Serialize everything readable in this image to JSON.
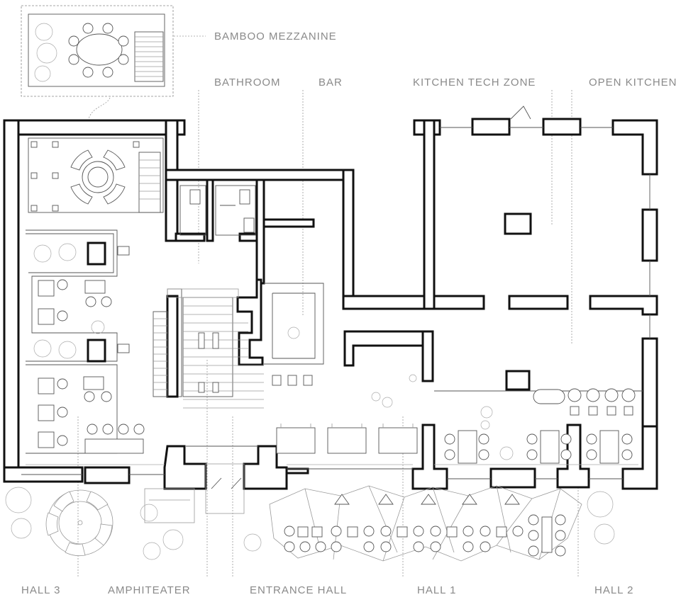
{
  "labels": {
    "bamboo_mezzanine": "BAMBOO MEZZANINE",
    "bathroom": "BATHROOM",
    "bar": "BAR",
    "kitchen_tech_zone": "KITCHEN TECH ZONE",
    "open_kitchen": "OPEN KITCHEN",
    "hall_3": "HALL 3",
    "amphiteater": "AMPHITEATER",
    "entrance_hall": "ENTRANCE HALL",
    "hall_1": "HALL 1",
    "hall_2": "HALL 2"
  },
  "colors": {
    "wall": "#111111",
    "label": "#8a8a8a",
    "furniture": "#555555",
    "vegetation": "#aaaaaa"
  }
}
